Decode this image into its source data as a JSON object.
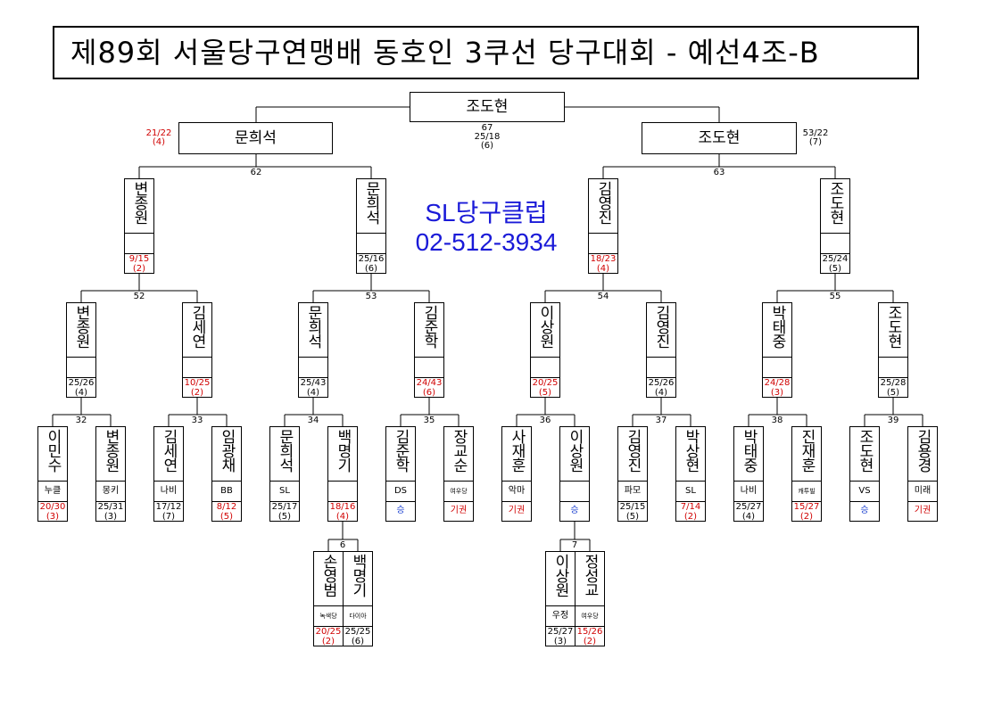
{
  "title": "제89회 서울당구연맹배 동호인 3쿠선 당구대회 - 예선4조-B",
  "brand": {
    "name": "SL당구클럽",
    "phone": "02-512-3934"
  },
  "colors": {
    "red": "#d00000",
    "blue": "#1a3fd0",
    "brand": "#1a1ad8"
  },
  "winner": {
    "name": "조도현"
  },
  "final": {
    "number": "67",
    "score": "25/18",
    "innings": "(6)"
  },
  "semis": [
    {
      "name": "문희석",
      "score": "21/22",
      "innings": "(4)",
      "result": "loss"
    },
    {
      "name": "조도현",
      "score": "53/22",
      "innings": "(7)",
      "result": "win"
    }
  ],
  "qf_match_numbers": [
    "62",
    "63"
  ],
  "qf": [
    {
      "name": "변종원",
      "score": "9/15",
      "innings": "(2)",
      "result": "loss"
    },
    {
      "name": "문희석",
      "score": "25/16",
      "innings": "(6)",
      "result": "win"
    },
    {
      "name": "김영진",
      "score": "18/23",
      "innings": "(4)",
      "result": "loss"
    },
    {
      "name": "조도현",
      "score": "25/24",
      "innings": "(5)",
      "result": "win"
    }
  ],
  "r16_match_numbers": [
    "52",
    "53",
    "54",
    "55"
  ],
  "r16": [
    {
      "name": "변종원",
      "score": "25/26",
      "innings": "(4)",
      "result": "win"
    },
    {
      "name": "김세연",
      "score": "10/25",
      "innings": "(2)",
      "result": "loss"
    },
    {
      "name": "문희석",
      "score": "25/43",
      "innings": "(4)",
      "result": "win"
    },
    {
      "name": "김준학",
      "score": "24/43",
      "innings": "(6)",
      "result": "loss"
    },
    {
      "name": "이상원",
      "score": "20/25",
      "innings": "(5)",
      "result": "loss"
    },
    {
      "name": "김영진",
      "score": "25/26",
      "innings": "(4)",
      "result": "win"
    },
    {
      "name": "박태중",
      "score": "24/28",
      "innings": "(3)",
      "result": "loss"
    },
    {
      "name": "조도현",
      "score": "25/28",
      "innings": "(5)",
      "result": "win"
    }
  ],
  "r32_match_numbers": [
    "32",
    "33",
    "34",
    "35",
    "36",
    "37",
    "38",
    "39"
  ],
  "r32": [
    {
      "name": "이민수",
      "club": "누클",
      "score": "20/30",
      "innings": "(3)",
      "result": "loss"
    },
    {
      "name": "변종원",
      "club": "몽키",
      "score": "25/31",
      "innings": "(3)",
      "result": "win"
    },
    {
      "name": "김세연",
      "club": "나비",
      "score": "17/12",
      "innings": "(7)",
      "result": "win"
    },
    {
      "name": "임광채",
      "club": "BB",
      "score": "8/12",
      "innings": "(5)",
      "result": "loss"
    },
    {
      "name": "문희석",
      "club": "SL",
      "score": "25/17",
      "innings": "(5)",
      "result": "win"
    },
    {
      "name": "백명기",
      "club": "",
      "score": "18/16",
      "innings": "(4)",
      "result": "loss"
    },
    {
      "name": "김준학",
      "club": "DS",
      "score": "",
      "innings": "승",
      "result": "bye"
    },
    {
      "name": "장교순",
      "club": "여우당",
      "score": "",
      "innings": "기권",
      "result": "forfeit"
    },
    {
      "name": "사재훈",
      "club": "악마",
      "score": "",
      "innings": "기권",
      "result": "forfeit"
    },
    {
      "name": "이상원",
      "club": "",
      "score": "",
      "innings": "승",
      "result": "bye"
    },
    {
      "name": "김영진",
      "club": "파모",
      "score": "25/15",
      "innings": "(5)",
      "result": "win"
    },
    {
      "name": "박상현",
      "club": "SL",
      "score": "7/14",
      "innings": "(2)",
      "result": "loss"
    },
    {
      "name": "박태중",
      "club": "나비",
      "score": "25/27",
      "innings": "(4)",
      "result": "win"
    },
    {
      "name": "진재훈",
      "club": "캐투빌",
      "score": "15/27",
      "innings": "(2)",
      "result": "loss"
    },
    {
      "name": "조도현",
      "club": "VS",
      "score": "",
      "innings": "승",
      "result": "bye"
    },
    {
      "name": "김용경",
      "club": "미래",
      "score": "",
      "innings": "기권",
      "result": "forfeit"
    }
  ],
  "r64_match_numbers": [
    "6",
    "7"
  ],
  "r64": [
    {
      "name": "손영범",
      "club": "녹색당",
      "score": "20/25",
      "innings": "(2)",
      "result": "loss"
    },
    {
      "name": "백명기",
      "club": "다이아",
      "score": "25/25",
      "innings": "(6)",
      "result": "win"
    },
    {
      "name": "이상원",
      "club": "우정",
      "score": "25/27",
      "innings": "(3)",
      "result": "win"
    },
    {
      "name": "정성교",
      "club": "여우당",
      "score": "15/26",
      "innings": "(2)",
      "result": "loss"
    }
  ]
}
